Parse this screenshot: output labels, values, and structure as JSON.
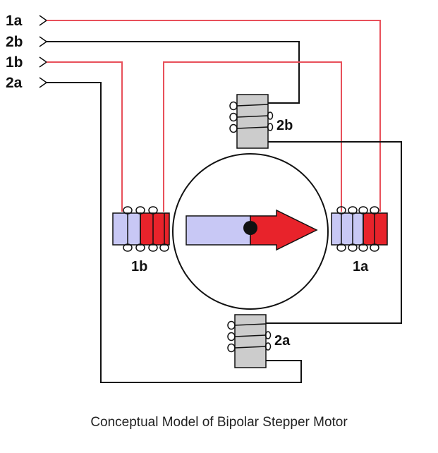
{
  "terminals": [
    {
      "label": "1a",
      "wire": "red"
    },
    {
      "label": "2b",
      "wire": "black"
    },
    {
      "label": "1b",
      "wire": "red"
    },
    {
      "label": "2a",
      "wire": "black"
    }
  ],
  "coils": {
    "top": {
      "label": "2b"
    },
    "bottom": {
      "label": "2a"
    },
    "left": {
      "label": "1b"
    },
    "right": {
      "label": "1a"
    }
  },
  "caption": "Conceptual Model of Bipolar Stepper Motor",
  "colors": {
    "red": "#e8232b",
    "wire_red": "#e8505a",
    "black": "#111111",
    "pole_blue": "#c8c8f5",
    "coil_gray": "#cccccc"
  }
}
